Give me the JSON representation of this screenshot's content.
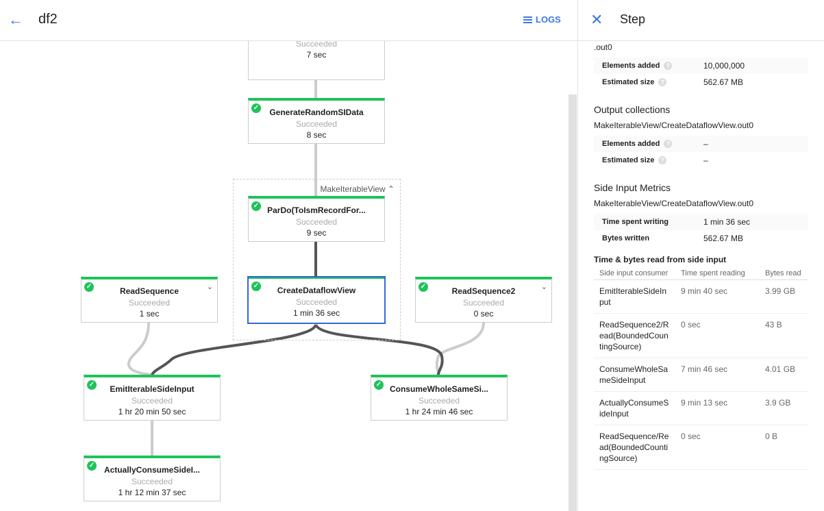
{
  "header": {
    "title": "df2",
    "logs_label": "LOGS"
  },
  "colors": {
    "accent": "#3b78e7",
    "success": "#1fc35a",
    "selected": "#3367d6"
  },
  "graph": {
    "group_label": "MakeIterableView",
    "nodes": [
      {
        "name": "",
        "status": "Succeeded",
        "time": "7 sec"
      },
      {
        "name": "GenerateRandomSIData",
        "status": "Succeeded",
        "time": "8 sec"
      },
      {
        "name": "ParDo(ToIsmRecordFor...",
        "status": "Succeeded",
        "time": "9 sec"
      },
      {
        "name": "CreateDataflowView",
        "status": "Succeeded",
        "time": "1 min 36 sec"
      },
      {
        "name": "ReadSequence",
        "status": "Succeeded",
        "time": "1 sec"
      },
      {
        "name": "ReadSequence2",
        "status": "Succeeded",
        "time": "0 sec"
      },
      {
        "name": "EmitIterableSideInput",
        "status": "Succeeded",
        "time": "1 hr 20 min 50 sec"
      },
      {
        "name": "ConsumeWholeSameSi...",
        "status": "Succeeded",
        "time": "1 hr 24 min 46 sec"
      },
      {
        "name": "ActuallyConsumeSideI...",
        "status": "Succeeded",
        "time": "1 hr 12 min 37 sec"
      }
    ]
  },
  "panel": {
    "title": "Step",
    "input_fragment": ".out0",
    "input_metrics": [
      {
        "label": "Elements added",
        "value": "10,000,000"
      },
      {
        "label": "Estimated size",
        "value": "562.67 MB"
      }
    ],
    "output_title": "Output collections",
    "output_name": "MakeIterableView/CreateDataflowView.out0",
    "output_metrics": [
      {
        "label": "Elements added",
        "value": "–"
      },
      {
        "label": "Estimated size",
        "value": "–"
      }
    ],
    "side_title": "Side Input Metrics",
    "side_name": "MakeIterableView/CreateDataflowView.out0",
    "side_metrics": [
      {
        "label": "Time spent writing",
        "value": "1 min 36 sec"
      },
      {
        "label": "Bytes written",
        "value": "562.67 MB"
      }
    ],
    "read_title": "Time & bytes read from side input",
    "columns": [
      "Side input consumer",
      "Time spent reading",
      "Bytes read"
    ],
    "rows": [
      [
        "EmitIterableSideInput",
        "9 min 40 sec",
        "3.99 GB"
      ],
      [
        "ReadSequence2/Read(BoundedCountingSource)",
        "0 sec",
        "43 B"
      ],
      [
        "ConsumeWholeSameSideInput",
        "7 min 46 sec",
        "4.01 GB"
      ],
      [
        "ActuallyConsumeSideInput",
        "9 min 13 sec",
        "3.9 GB"
      ],
      [
        "ReadSequence/Read(BoundedCountingSource)",
        "0 sec",
        "0 B"
      ]
    ]
  }
}
